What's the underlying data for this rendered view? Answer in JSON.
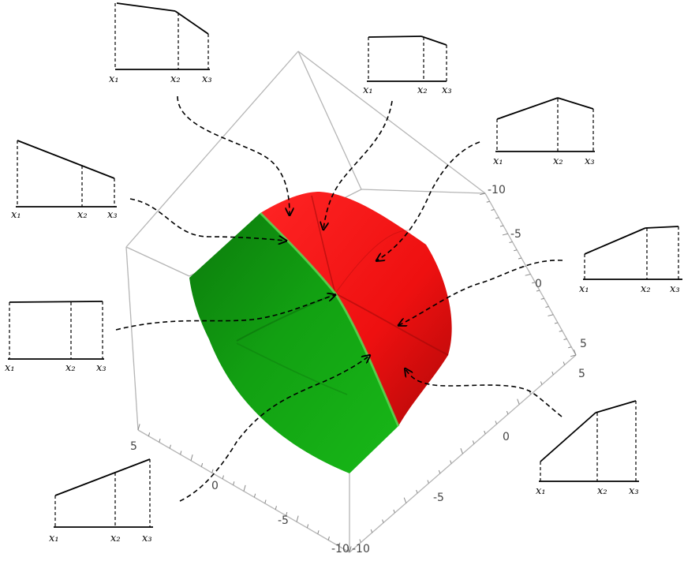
{
  "axis_ticks": {
    "right_upper": [
      "-10",
      "-5",
      "0",
      "5"
    ],
    "right_lower": [
      "5",
      "0",
      "-5",
      "-10"
    ],
    "bottom_left": [
      "5",
      "0",
      "-5",
      "-10"
    ]
  },
  "regions": {
    "green": {
      "color": "#14a314"
    },
    "red": {
      "color": "#f01010"
    }
  },
  "sketch_labels": {
    "x1": "x₁",
    "x2": "x₂",
    "x3": "x₃"
  },
  "sketches": [
    {
      "name": "sketch-top-left-center",
      "shape": "flat-then-drop"
    },
    {
      "name": "sketch-top-center",
      "shape": "flat-then-slight-drop"
    },
    {
      "name": "sketch-top-right",
      "shape": "rise-then-fall"
    },
    {
      "name": "sketch-left-upper",
      "shape": "decreasing"
    },
    {
      "name": "sketch-right-upper",
      "shape": "rise-then-flat"
    },
    {
      "name": "sketch-left-middle",
      "shape": "flat"
    },
    {
      "name": "sketch-right-lower",
      "shape": "steep-rise-then-gentle"
    },
    {
      "name": "sketch-bottom-left",
      "shape": "increasing"
    }
  ]
}
